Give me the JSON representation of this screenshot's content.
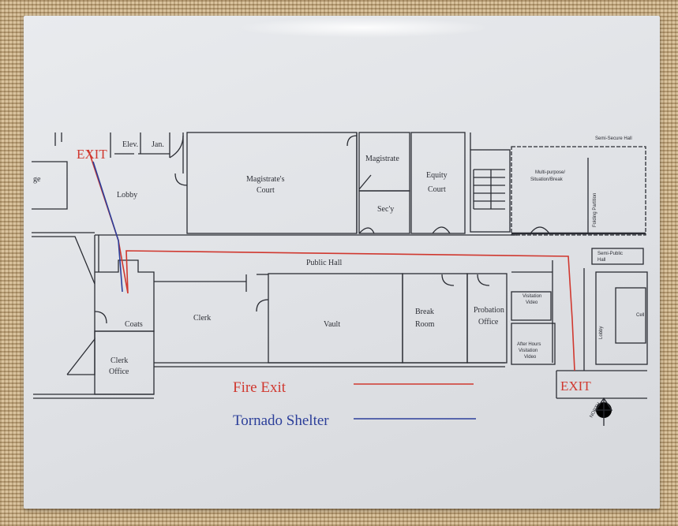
{
  "labels": {
    "exit_top": "EXIT",
    "exit_bottom": "EXIT",
    "elev": "Elev.",
    "jan": "Jan.",
    "ge": "ge",
    "lobby": "Lobby",
    "magistrates_court_1": "Magistrate's",
    "magistrates_court_2": "Court",
    "magistrate": "Magistrate",
    "secy": "Sec'y",
    "equity_court_1": "Equity",
    "equity_court_2": "Court",
    "semi_secure_hall": "Semi-Secure Hall",
    "multipurpose_1": "Multi-purpose/",
    "multipurpose_2": "Situation/Break",
    "folding_partition": "Folding Partition",
    "semi_public_hall_1": "Semi-Public",
    "semi_public_hall_2": "Hall",
    "public_hall": "Public Hall",
    "clerk": "Clerk",
    "vault": "Vault",
    "break_room_1": "Break",
    "break_room_2": "Room",
    "probation_office_1": "Probation",
    "probation_office_2": "Office",
    "visitation_video_1": "Visitation",
    "visitation_video_2": "Video",
    "after_hours_1": "After Hours",
    "after_hours_2": "Visitation",
    "after_hours_3": "Video",
    "coats": "Coats",
    "clerk_office_1": "Clerk",
    "clerk_office_2": "Office",
    "lobby_right": "Lobby",
    "cell": "Cell",
    "north": "NORTH"
  },
  "legend": {
    "fire_exit": "Fire Exit",
    "tornado_shelter": "Tornado Shelter"
  },
  "colors": {
    "fire_exit": "#d0382f",
    "tornado_shelter": "#2c3f9a",
    "ink": "#2a2c33"
  }
}
